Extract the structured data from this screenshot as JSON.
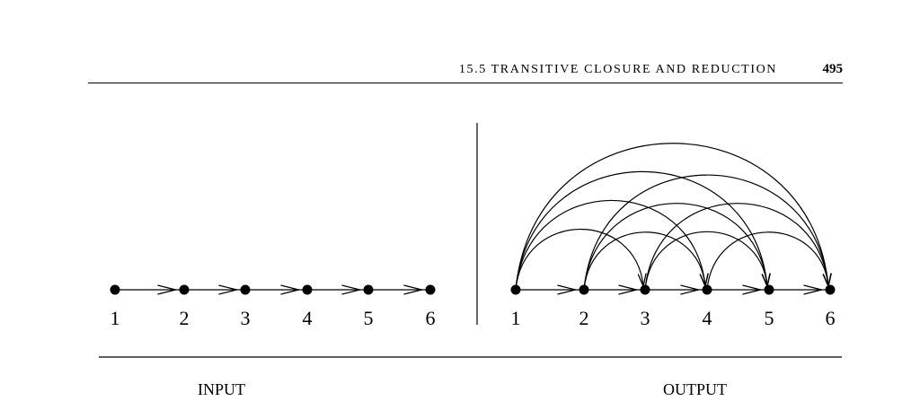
{
  "header": {
    "section": "15.5 TRANSITIVE CLOSURE AND REDUCTION",
    "page_number": "495"
  },
  "figure": {
    "input": {
      "caption": "INPUT",
      "nodes": [
        "1",
        "2",
        "3",
        "4",
        "5",
        "6"
      ],
      "edges": [
        [
          1,
          2
        ],
        [
          2,
          3
        ],
        [
          3,
          4
        ],
        [
          4,
          5
        ],
        [
          5,
          6
        ]
      ]
    },
    "output": {
      "caption": "OUTPUT",
      "nodes": [
        "1",
        "2",
        "3",
        "4",
        "5",
        "6"
      ],
      "edges": [
        [
          1,
          2
        ],
        [
          1,
          3
        ],
        [
          1,
          4
        ],
        [
          1,
          5
        ],
        [
          1,
          6
        ],
        [
          2,
          3
        ],
        [
          2,
          4
        ],
        [
          2,
          5
        ],
        [
          2,
          6
        ],
        [
          3,
          4
        ],
        [
          3,
          5
        ],
        [
          3,
          6
        ],
        [
          4,
          5
        ],
        [
          4,
          6
        ],
        [
          5,
          6
        ]
      ]
    }
  }
}
